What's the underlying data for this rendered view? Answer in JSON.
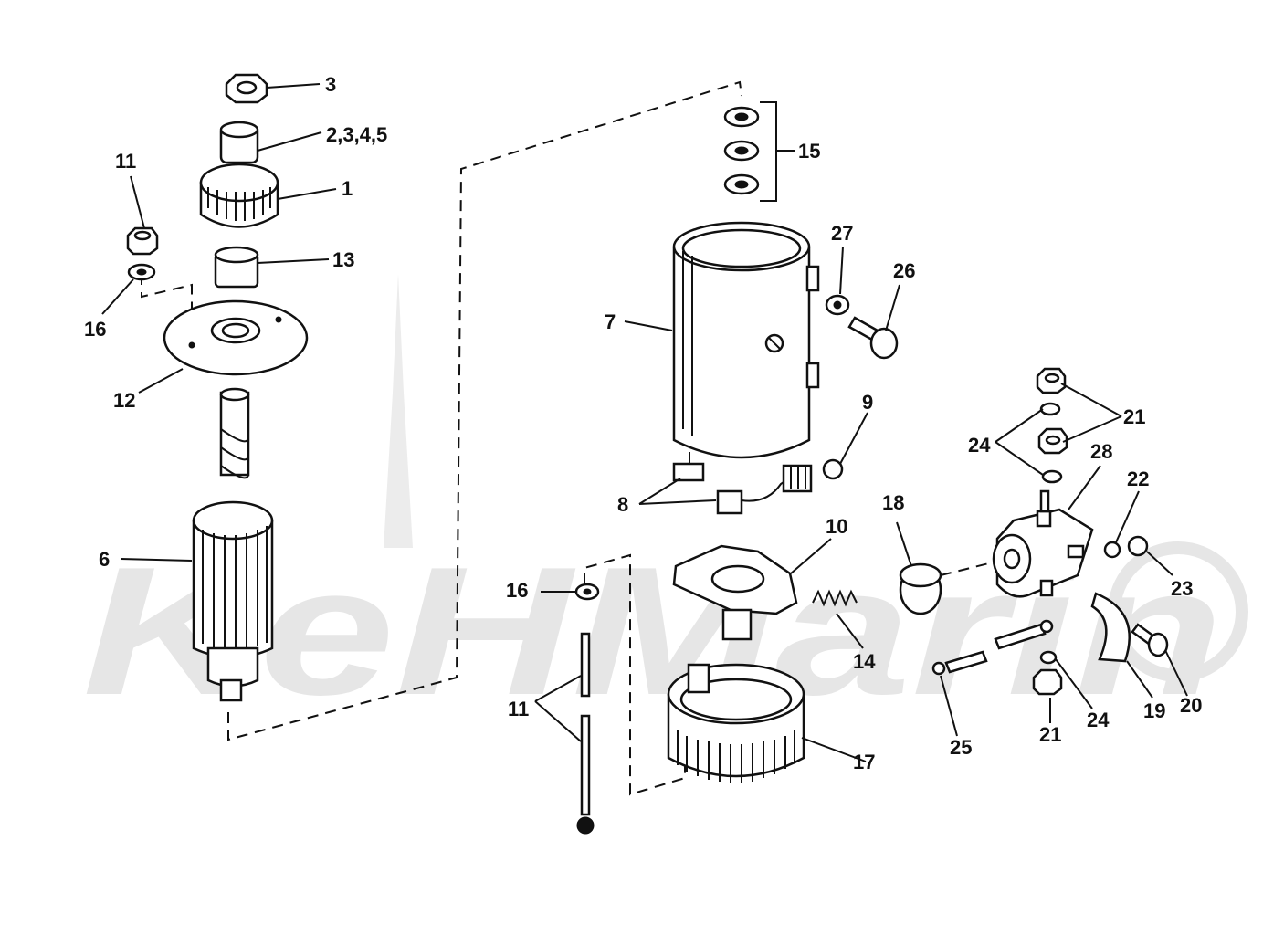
{
  "watermark": "KeHMarin",
  "callouts": [
    "3",
    "2,3,4,5",
    "1",
    "11",
    "13",
    "16",
    "12",
    "6",
    "15",
    "27",
    "26",
    "7",
    "9",
    "8",
    "21",
    "24",
    "28",
    "22",
    "23",
    "18",
    "10",
    "16",
    "14",
    "11",
    "17",
    "19",
    "20",
    "25",
    "21",
    "24"
  ],
  "colors": {
    "ink": "#111111",
    "paper": "#ffffff",
    "watermark": "#e6e6e6"
  }
}
